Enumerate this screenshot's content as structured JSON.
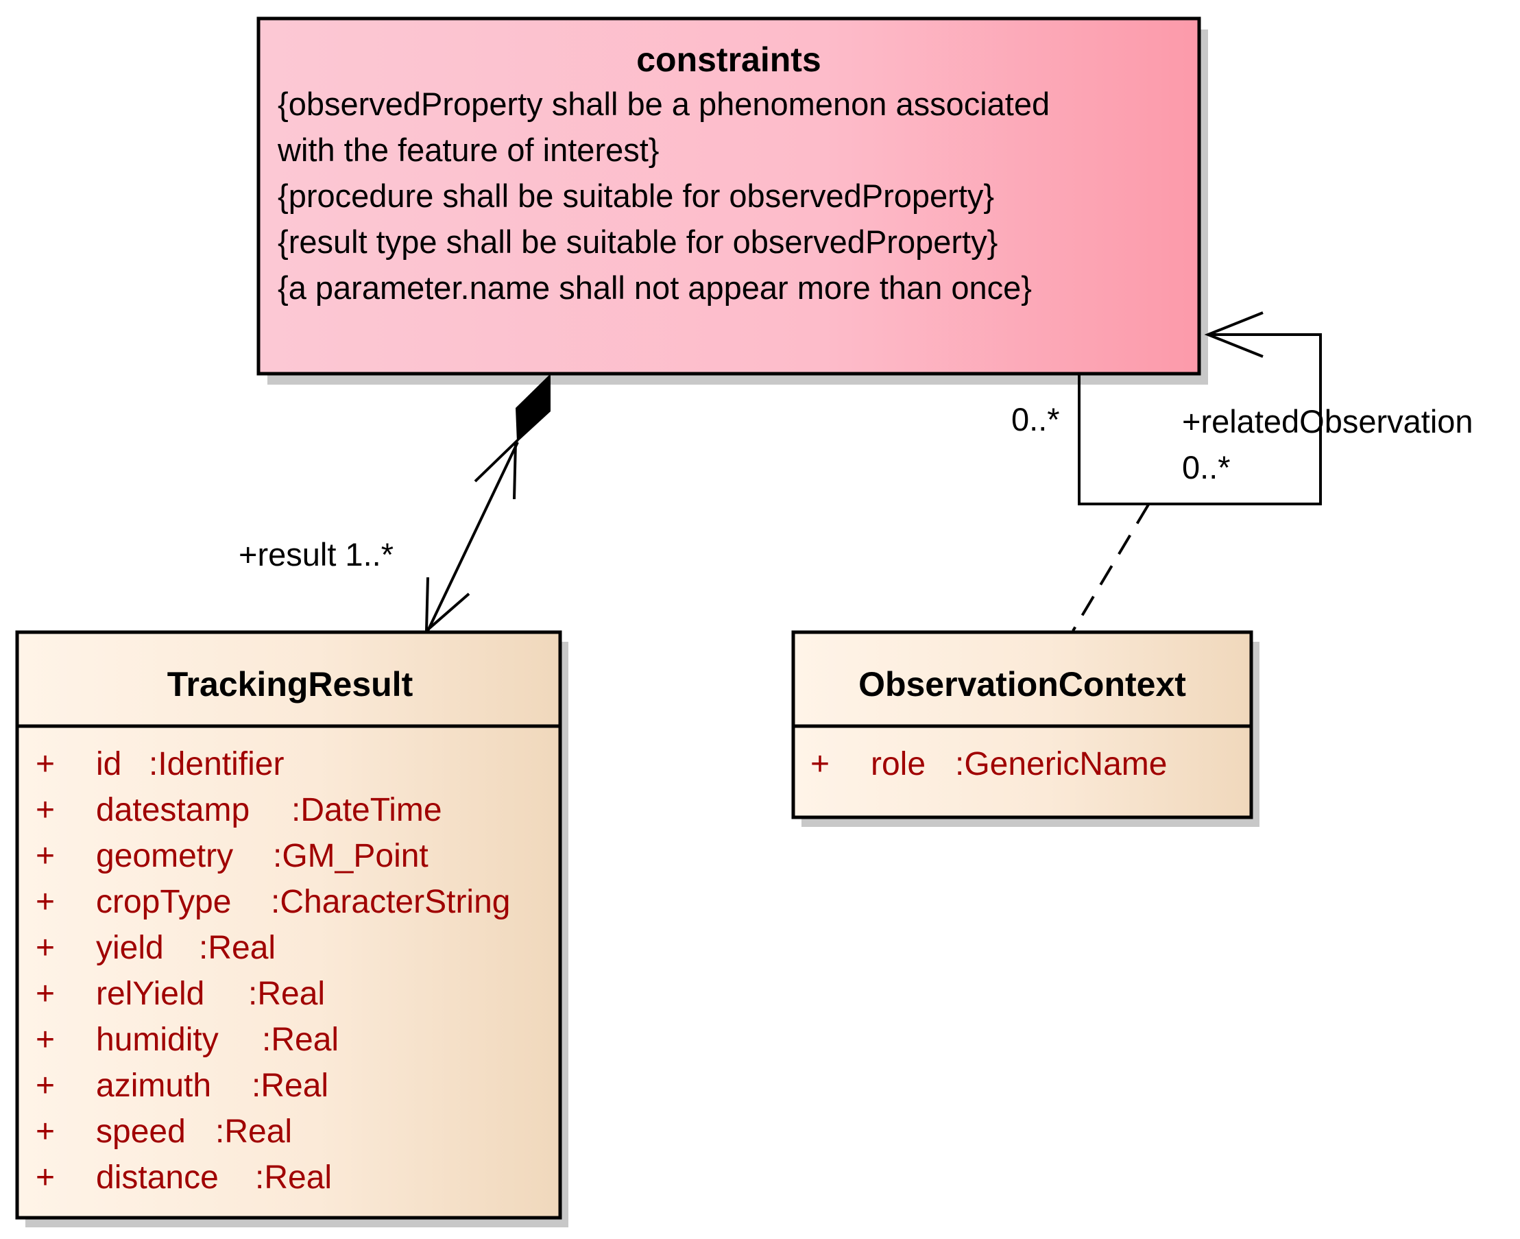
{
  "constraints_box": {
    "title": "constraints",
    "lines": [
      "{observedProperty shall be a phenomenon associated",
      "with the feature of interest}",
      "{procedure shall be suitable for observedProperty}",
      "{result type shall be suitable for observedProperty}",
      "{a parameter.name shall not appear more than once}"
    ],
    "fill_start": "#fcc8d4",
    "fill_end": "#fc9aaa"
  },
  "tracking_result": {
    "name": "TrackingResult",
    "attributes": [
      {
        "visibility": "+",
        "name": "id",
        "type": ":Identifier"
      },
      {
        "visibility": "+",
        "name": "datestamp",
        "type": ":DateTime"
      },
      {
        "visibility": "+",
        "name": "geometry",
        "type": ":GM_Point"
      },
      {
        "visibility": "+",
        "name": "cropType",
        "type": ":CharacterString"
      },
      {
        "visibility": "+",
        "name": "yield",
        "type": ":Real"
      },
      {
        "visibility": "+",
        "name": "relYield",
        "type": ":Real"
      },
      {
        "visibility": "+",
        "name": "humidity",
        "type": ":Real"
      },
      {
        "visibility": "+",
        "name": "azimuth",
        "type": ":Real"
      },
      {
        "visibility": "+",
        "name": "speed",
        "type": ":Real"
      },
      {
        "visibility": "+",
        "name": "distance",
        "type": ":Real"
      }
    ]
  },
  "observation_context": {
    "name": "ObservationContext",
    "attributes": [
      {
        "visibility": "+",
        "name": "role",
        "type": ":GenericName"
      }
    ]
  },
  "class_fill_start": "#fff4e8",
  "class_fill_end": "#f0d8bc",
  "attribute_color": "#a00000",
  "associations": {
    "result_label": "+result 1..*",
    "self_source_mult": "0..*",
    "self_role_label": "+relatedObservation",
    "self_target_mult": "0..*"
  }
}
